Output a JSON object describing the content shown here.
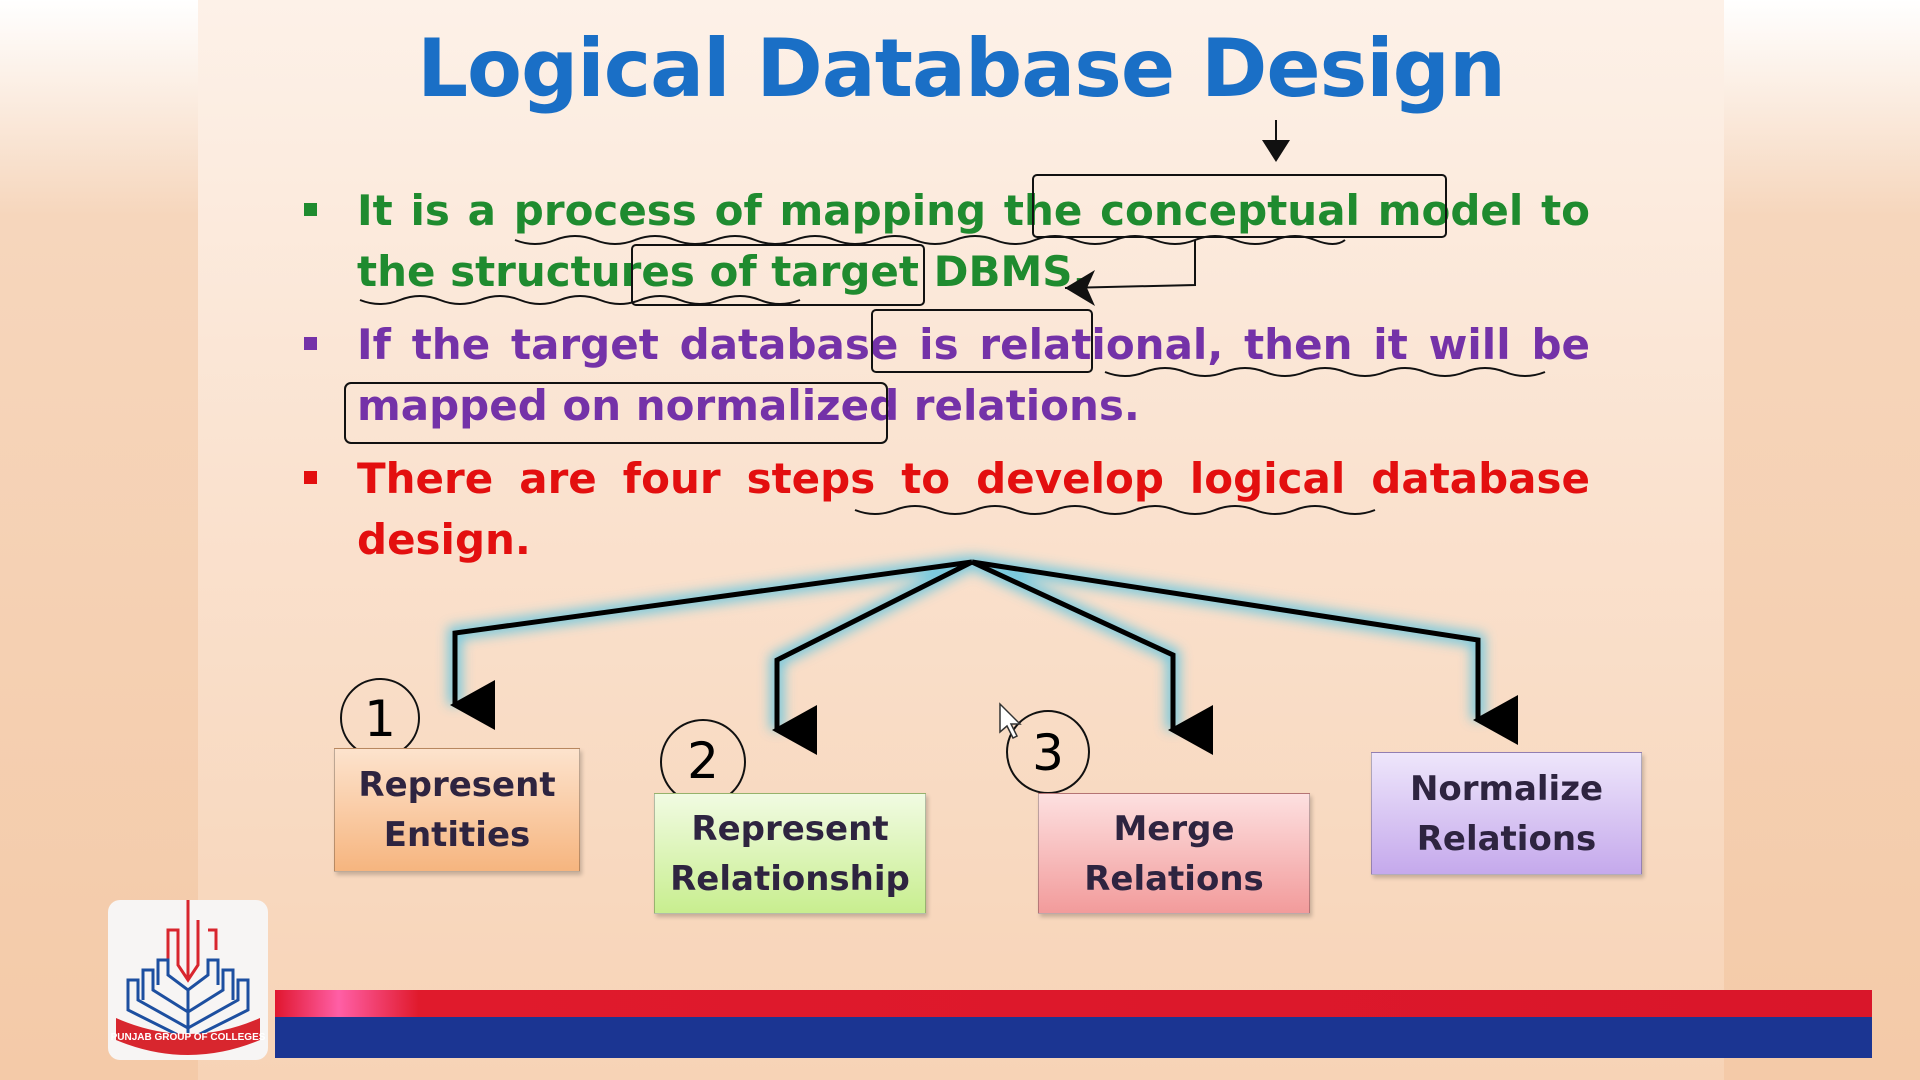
{
  "slide": {
    "title": "Logical Database Design",
    "bullets": [
      {
        "text": "It is a process of mapping the conceptual model to the structures of target DBMS.",
        "color": "#1f8b2f"
      },
      {
        "text": "If the target database is relational, then it will be mapped on normalized relations.",
        "color": "#7432a8"
      },
      {
        "text": "There are four steps to develop logical database design.",
        "color": "#e30f0f"
      }
    ],
    "steps": [
      {
        "number": "1",
        "line1": "Represent",
        "line2": "Entities"
      },
      {
        "number": "2",
        "line1": "Represent",
        "line2": "Relationship"
      },
      {
        "number": "3",
        "line1": "Merge",
        "line2": "Relations"
      },
      {
        "number": "",
        "line1": "Normalize",
        "line2": "Relations"
      }
    ],
    "logo_text": "PUNJAB GROUP OF COLLEGES"
  }
}
